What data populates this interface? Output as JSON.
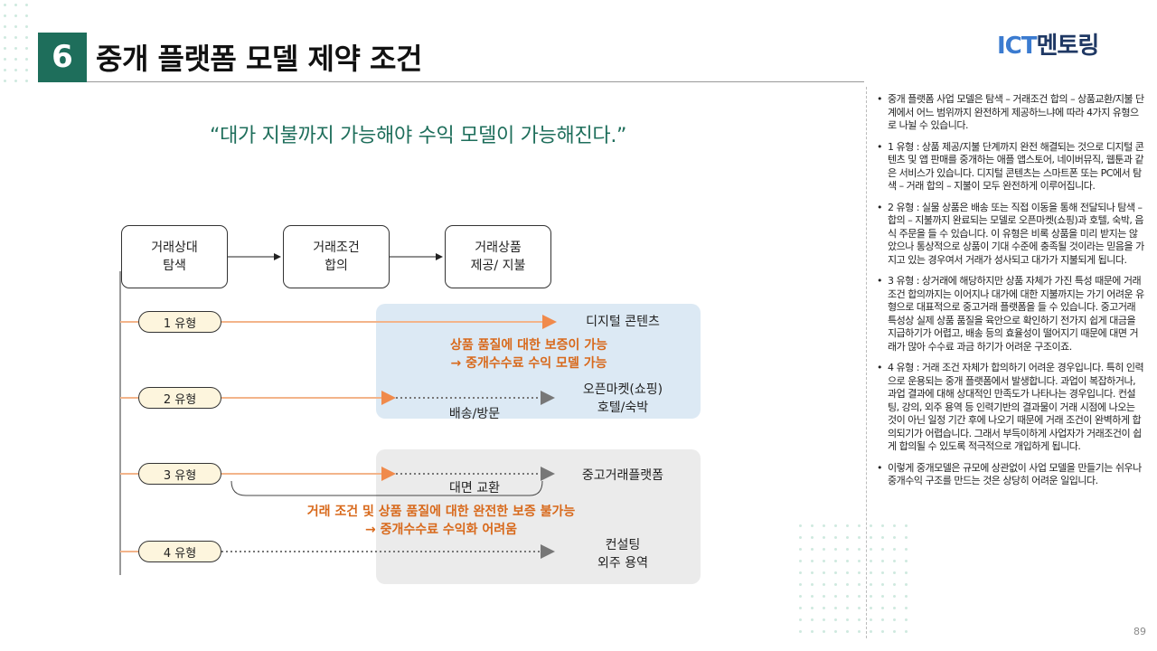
{
  "header": {
    "number": "6",
    "title": "중개 플랫폼 모델 제약 조건",
    "logo_ict": "ICT",
    "logo_rest": "멘토링"
  },
  "quote": "“대가 지불까지 가능해야 수익 모델이 가능해진다.”",
  "diagram": {
    "steps": [
      {
        "line1": "거래상대",
        "line2": "탐색"
      },
      {
        "line1": "거래조건",
        "line2": "합의"
      },
      {
        "line1": "거래상품",
        "line2": "제공/ 지불"
      }
    ],
    "types": [
      "1 유형",
      "2 유형",
      "3 유형",
      "4 유형"
    ],
    "targets": {
      "t1": "디지털 콘텐츠",
      "t2_line1": "오픈마켓(쇼핑)",
      "t2_line2": "호텔/숙박",
      "t3": "중고거래플랫폼",
      "t4_line1": "컨설팅",
      "t4_line2": "외주 용역"
    },
    "side_labels": {
      "delivery": "배송/방문",
      "face_to_face": "대면 교환"
    },
    "highlight_blue": {
      "line1": "상품 품질에 대한 보증이 가능",
      "line2": "→ 중개수수료 수익 모델 가능"
    },
    "highlight_gray": {
      "line1": "거래 조건 및 상품 품질에 대한 완전한 보증 불가능",
      "line2": "→ 중개수수료 수익화 어려움"
    }
  },
  "notes": [
    "중개 플랫폼 사업 모델은 탐색 – 거래조건 합의 – 상품교환/지불 단계에서 어느 범위까지 완전하게 제공하느냐에 따라 4가지 유형으로 나뉠 수 있습니다.",
    "1 유형 : 상품 제공/지불 단계까지 완전 해결되는 것으로 디지털 콘텐츠 및 앱 판매를 중개하는 애플 앱스토어, 네이버뮤직, 웹툰과 같은 서비스가 있습니다. 디지털 콘텐츠는 스마트폰 또는 PC에서 탐색 – 거래 합의 – 지불이 모두 완전하게 이루어집니다.",
    "2 유형 : 실물 상품은 배송 또는 직접 이동을 통해 전달되나 탐색 – 합의 – 지불까지 완료되는 모델로 오픈마켓(쇼핑)과 호텔, 숙박, 음식 주문을 들 수 있습니다. 이 유형은 비록 상품을 미리 받지는 않았으나 통상적으로 상품이 기대 수준에 충족될 것이라는 믿음을 가지고 있는 경우여서 거래가 성사되고 대가가 지불되게 됩니다.",
    "3 유형 : 상거래에 해당하지만 상품 자체가 가진 특성 때문에 거래조건 합의까지는 이어지나 대가에 대한 지불까지는 가기 어려운 유형으로 대표적으로 중고거래 플랫폼을 들 수 있습니다. 중고거래 특성상 실제 상품 품질을 육안으로 확인하기 전가지 쉽게 대금을 지급하기가 어렵고, 배송 등의 효율성이 떨어지기 때문에 대면 거래가 많아 수수료 과금 하기가 어려운 구조이죠.",
    "4 유형 : 거래 조건 자체가 합의하기 어려운 경우입니다. 특히 인력으로 운용되는 중개 플랫폼에서 발생합니다. 과업이 복잡하거나, 과업 결과에 대해 상대적인 만족도가 나타나는 경우입니다. 컨설팅, 강의, 외주 용역 등 인력기반의 결과물이 거래 시점에 나오는 것이 아닌 일정 기간 후에 나오기 때문에 거래 조건이 완벽하게 합의되기가 어렵습니다. 그래서 부득이하게 사업자가 거래조건이 쉽게 합의될 수 있도록 적극적으로 개입하게 됩니다.",
    "이렇게 중개모델은 규모에 상관없이 사업 모델을 만들기는 쉬우나 중개수익 구조를 만드는 것은 상당히 어려운 일입니다."
  ],
  "page_number": "89",
  "colors": {
    "brand_green": "#1e6e5b",
    "arrow_orange": "#f3b48a",
    "highlight_orange": "#d8691b",
    "blue_panel": "#dce9f4",
    "gray_panel": "#ebebeb",
    "pill_fill": "#fdf5dd"
  }
}
